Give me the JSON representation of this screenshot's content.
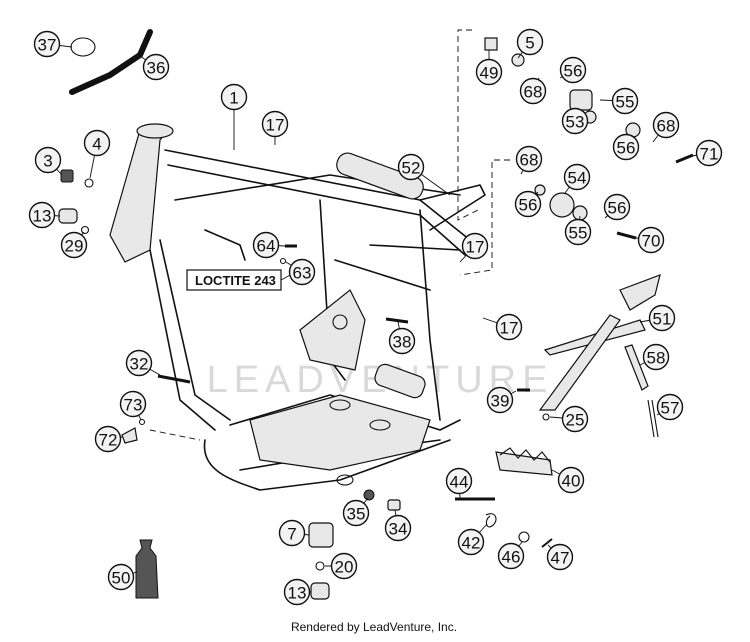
{
  "diagram": {
    "watermark": "LEADVENTURE",
    "adhesive_label": "LOCTITE 243",
    "footer": "Rendered by LeadVenture, Inc.",
    "callouts": [
      "1",
      "3",
      "4",
      "5",
      "7",
      "13",
      "13",
      "17",
      "17",
      "17",
      "20",
      "25",
      "29",
      "32",
      "34",
      "35",
      "36",
      "37",
      "38",
      "39",
      "40",
      "42",
      "44",
      "46",
      "47",
      "49",
      "50",
      "51",
      "52",
      "53",
      "54",
      "55",
      "55",
      "56",
      "56",
      "56",
      "56",
      "57",
      "58",
      "63",
      "64",
      "68",
      "68",
      "68",
      "70",
      "71",
      "72",
      "73"
    ]
  }
}
